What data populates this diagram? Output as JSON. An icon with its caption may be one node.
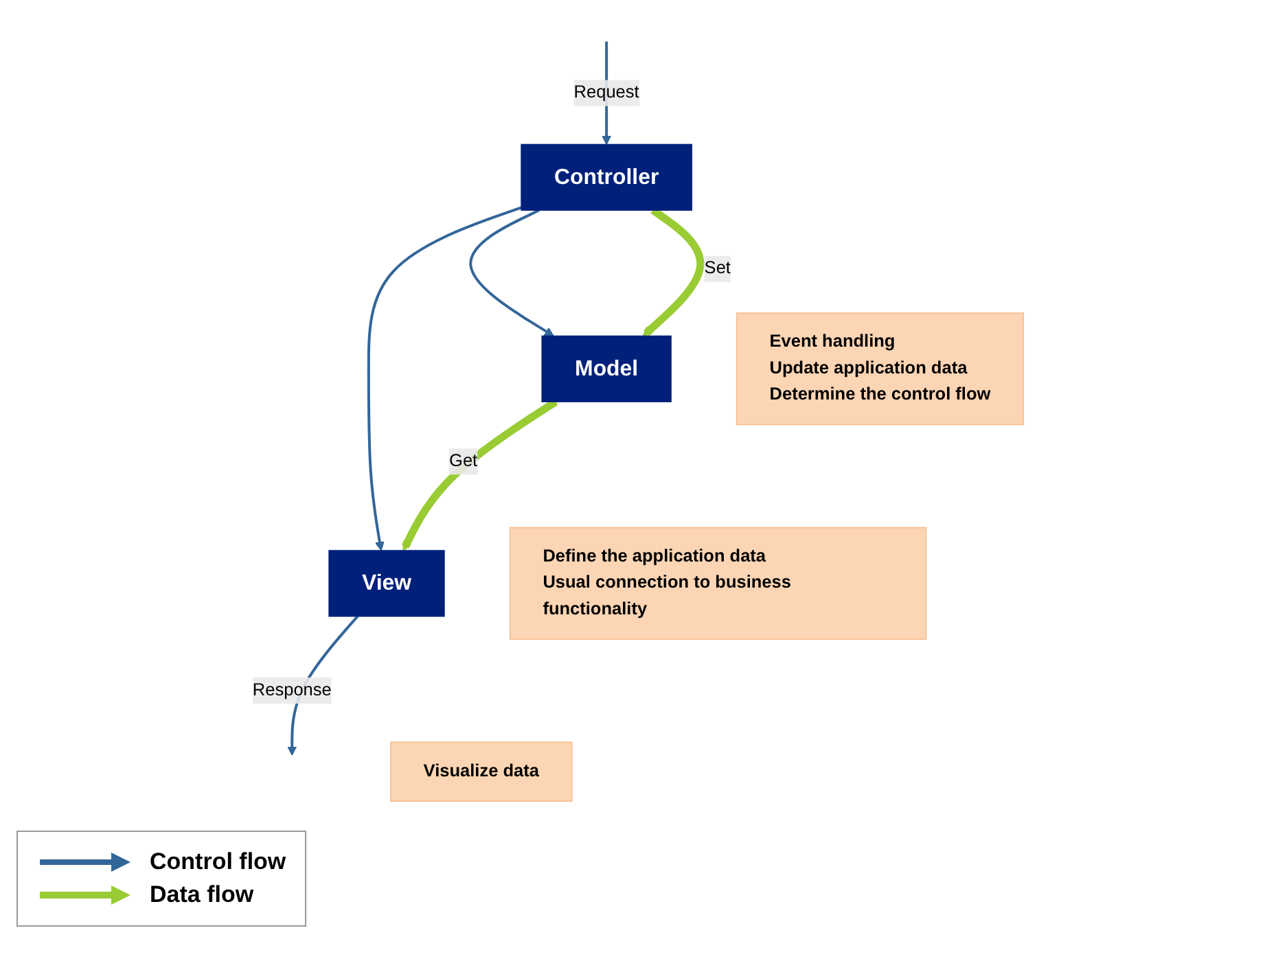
{
  "diagram": {
    "nodes": [
      {
        "text": [
          "Controller"
        ]
      },
      {
        "text": [
          "Event handling",
          "Update application data",
          "Determine the control flow"
        ]
      },
      {
        "text": [
          "Model"
        ]
      },
      {
        "text": [
          "Define the application data",
          "Usual connection to business functionality"
        ]
      },
      {
        "text": [
          "View"
        ]
      },
      {
        "text": [
          "Visualize data"
        ]
      }
    ],
    "edges": [
      {
        "from": null,
        "to": 0,
        "arrow": "to",
        "label": "Request"
      },
      {
        "from": 0,
        "to": 4,
        "arrow": "to"
      },
      {
        "from": 0,
        "to": 2,
        "arrow": "to"
      },
      {
        "from": 0,
        "to": 2,
        "arrow": "to",
        "label": "Set",
        "style": "thick",
        "color": "#99cc33"
      },
      {
        "from": 2,
        "to": 4,
        "arrow": "to",
        "label": "Get",
        "style": "thick",
        "color": "#99cc33"
      },
      {
        "from": 4,
        "to": null,
        "arrow": "to",
        "label": "Response"
      }
    ],
    "legend": [
      {
        "text": "Control flow"
      },
      {
        "text": "Data flow"
      }
    ]
  }
}
